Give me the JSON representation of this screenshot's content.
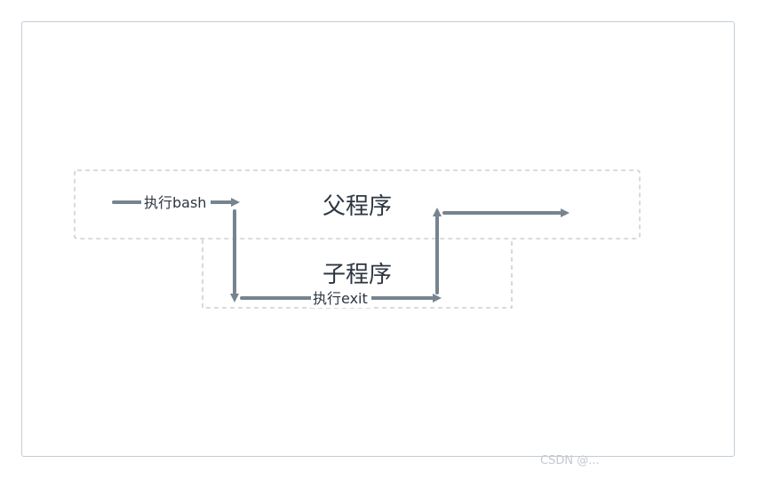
{
  "diagram": {
    "parent_label": "父程序",
    "child_label": "子程序",
    "edge_bash_label": "执行bash",
    "edge_exit_label": "执行exit",
    "watermark": "CSDN @..."
  },
  "colors": {
    "flow_line": "#77838f",
    "box_border": "#c1c7ce",
    "frame_border": "#c3ccd5",
    "text": "#2d3641"
  }
}
